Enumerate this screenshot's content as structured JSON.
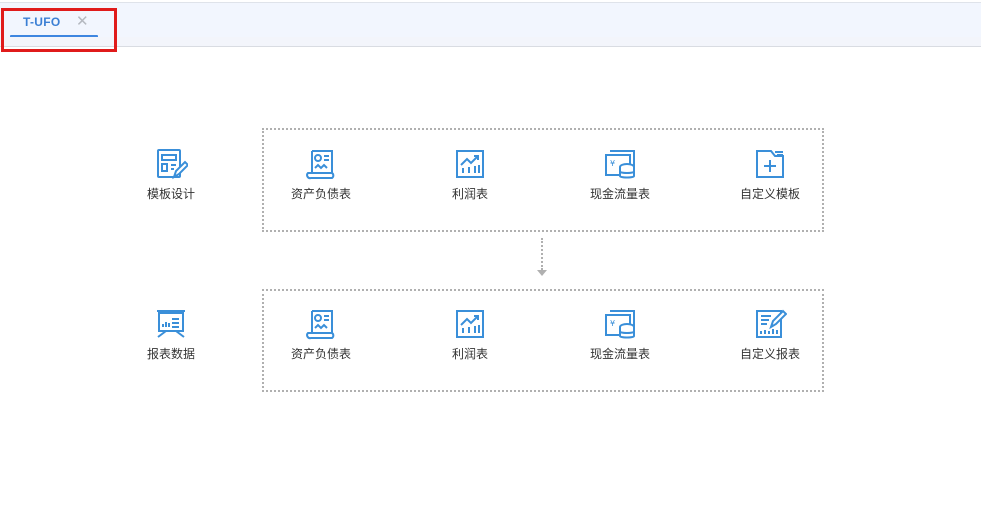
{
  "tabs": [
    {
      "label": "T-UFO",
      "active": true,
      "close_icon": "close-icon"
    }
  ],
  "colors": {
    "accent": "#3e86e0",
    "icon": "#3a8fd9",
    "highlight": "#e01b1b",
    "dotted_border": "#b0b0b0"
  },
  "rows": [
    {
      "title": "模板设计",
      "icon": "template-design-icon",
      "items": [
        {
          "label": "资产负债表",
          "icon": "balance-sheet-icon"
        },
        {
          "label": "利润表",
          "icon": "profit-chart-icon"
        },
        {
          "label": "现金流量表",
          "icon": "cash-flow-icon"
        },
        {
          "label": "自定义模板",
          "icon": "custom-template-icon"
        }
      ]
    },
    {
      "title": "报表数据",
      "icon": "report-data-icon",
      "items": [
        {
          "label": "资产负债表",
          "icon": "balance-sheet-icon"
        },
        {
          "label": "利润表",
          "icon": "profit-chart-icon"
        },
        {
          "label": "现金流量表",
          "icon": "cash-flow-icon"
        },
        {
          "label": "自定义报表",
          "icon": "custom-report-icon"
        }
      ]
    }
  ]
}
